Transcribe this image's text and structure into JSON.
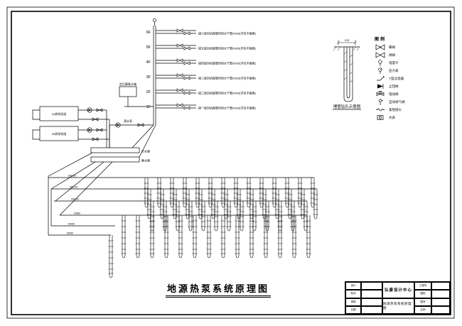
{
  "page": {
    "title_caption": "地源热泵系统原理图"
  },
  "floors": [
    {
      "label": "6F",
      "pipe_label": "接六层风机盘管供回水干管DN25(详见平面图)"
    },
    {
      "label": "5F",
      "pipe_label": "接五层风机盘管供回水干管DN25(详见平面图)"
    },
    {
      "label": "4F",
      "pipe_label": "接四层风机盘管供回水干管DN25(详见平面图)"
    },
    {
      "label": "3F",
      "pipe_label": "接三层风机盘管供回水干管DN25(详见平面图)"
    },
    {
      "label": "2F",
      "pipe_label": "接二层风机盘管供回水干管DN25(详见平面图)"
    },
    {
      "label": "1F",
      "pipe_label": "接一层风机盘管供回水干管DN25(详见平面图)"
    }
  ],
  "equipment": {
    "tank_label": "定压膨胀水箱",
    "unit1_label": "1#热泵机组",
    "unit2_label": "2#热泵机组",
    "pump_label": "潜水泵",
    "manifold_supply": "分水器",
    "manifold_return": "集水器"
  },
  "pipes": {
    "dn_labels": [
      "DN150",
      "DN125",
      "DN100",
      "DN80",
      "DN65",
      "DN50"
    ]
  },
  "detail": {
    "dim_label": "120",
    "caption": "埋管钻孔示意图"
  },
  "legend": {
    "title": "图例",
    "items": [
      {
        "label": "蝶阀"
      },
      {
        "label": "闸阀"
      },
      {
        "label": "温度计"
      },
      {
        "label": "压力表"
      },
      {
        "label": "Y型过滤器"
      },
      {
        "label": "止回阀"
      },
      {
        "label": "电动阀"
      },
      {
        "label": "自动排气阀"
      },
      {
        "label": "柔性接头"
      },
      {
        "label": "水表"
      }
    ]
  },
  "title_block": {
    "company": "弘康设计中心",
    "drawing_name": "地源热泵系统原理图",
    "left_fields": [
      "设计",
      "校对",
      "审核",
      "日期"
    ],
    "right_fields": [
      "工程号",
      "图别",
      "图号",
      "比例"
    ]
  }
}
